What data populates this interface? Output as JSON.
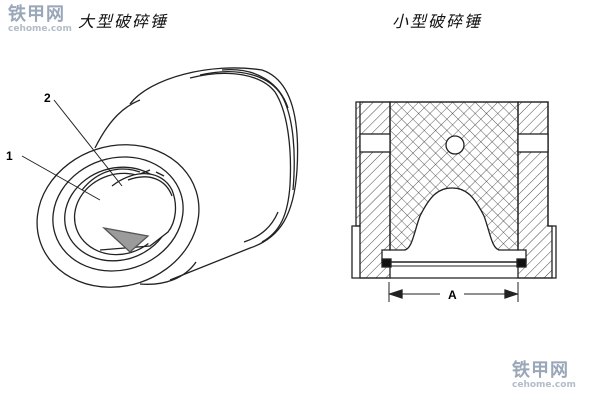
{
  "watermark_top": {
    "brand": "铁甲网",
    "domain": "cehome.com"
  },
  "watermark_bottom": {
    "brand": "铁甲网",
    "domain": "cehome.com"
  },
  "left_figure": {
    "title": "大型破碎锤",
    "callout_1": "1",
    "callout_2": "2"
  },
  "right_figure": {
    "title": "小型破碎锤",
    "dimension_label": "A"
  }
}
